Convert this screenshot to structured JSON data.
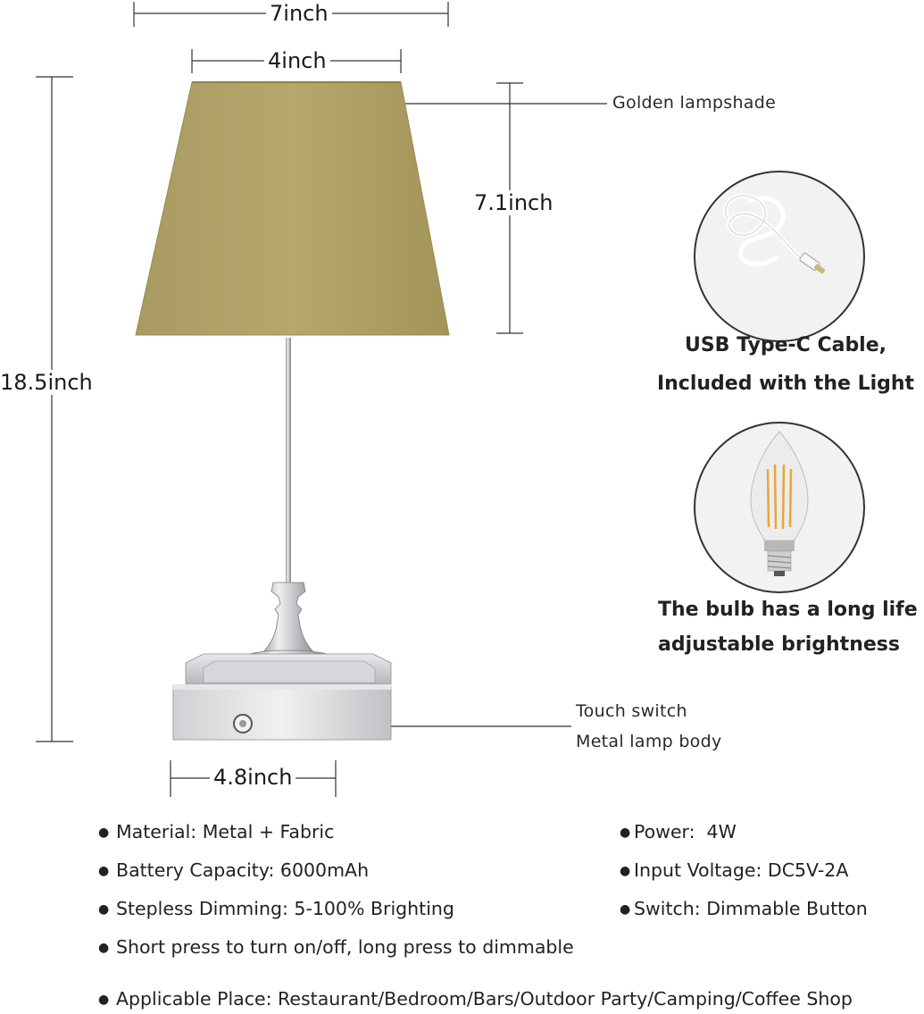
{
  "dimensions": {
    "shade_top_width": "4inch",
    "lamp_width": "7inch",
    "shade_height": "7.1inch",
    "total_height": "18.5inch",
    "base_width": "4.8inch"
  },
  "callouts": {
    "shade": "Golden lampshade",
    "switch": "Touch switch",
    "body": "Metal lamp body"
  },
  "accessories": {
    "cable_line1": "USB Type-C Cable,",
    "cable_line2": "Included with the Light",
    "bulb_line1": "The bulb has a long life and",
    "bulb_line2": "adjustable brightness"
  },
  "specs": {
    "material": "Material: Metal + Fabric",
    "battery": "Battery Capacity: 6000mAh",
    "dimming": "Stepless Dimming: 5-100% Brighting",
    "press": "Short press to turn on/off, long press to dimmable",
    "place": "Applicable Place: Restaurant/Bedroom/Bars/Outdoor Party/Camping/Coffee Shop",
    "power": "Power:  4W",
    "voltage": "Input Voltage: DC5V-2A",
    "switch": "Switch: Dimmable Button"
  },
  "colors": {
    "shade": "#b3a46b",
    "metal": "#c8c9cc",
    "line": "#333333"
  },
  "icons": {
    "cable": "usb-cable-icon",
    "bulb": "led-filament-bulb-icon",
    "bullet": "bullet-dot"
  }
}
